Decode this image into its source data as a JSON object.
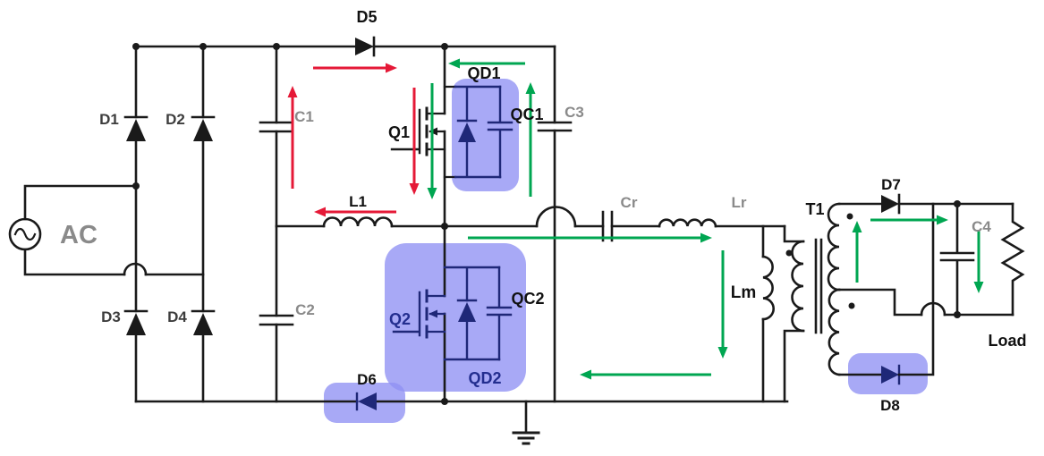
{
  "labels": {
    "ac": "AC",
    "d1": "D1",
    "d2": "D2",
    "d3": "D3",
    "d4": "D4",
    "d5": "D5",
    "d6": "D6",
    "d7": "D7",
    "d8": "D8",
    "c1": "C1",
    "c2": "C2",
    "c3": "C3",
    "c4": "C4",
    "cr": "Cr",
    "lr": "Lr",
    "l1": "L1",
    "lm": "Lm",
    "t1": "T1",
    "q1": "Q1",
    "q2": "Q2",
    "qd1": "QD1",
    "qd2": "QD2",
    "qc1": "QC1",
    "qc2": "QC2",
    "load": "Load"
  },
  "colors": {
    "wire": "#1a1a1a",
    "device_navy": "#1f2878",
    "highlight_blue": "#8f91f3",
    "red_arrow": "#e51937",
    "green_arrow": "#00a651",
    "label_gray": "#8a8a8a",
    "label_dark": "#3d3d3d",
    "label_black": "#111111",
    "label_navy": "#232e8f"
  }
}
